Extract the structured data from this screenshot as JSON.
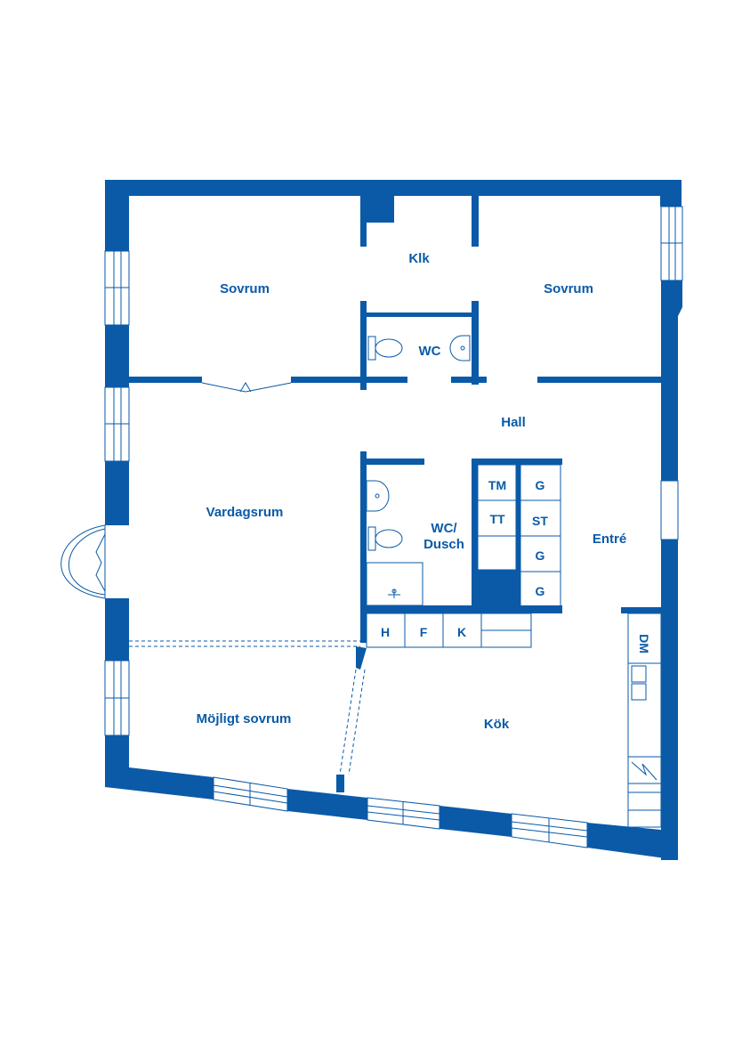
{
  "colors": {
    "wall": "#0a5aa8",
    "line": "#0a5aa8",
    "background": "#ffffff"
  },
  "rooms": {
    "sovrum_left": "Sovrum",
    "klk": "Klk",
    "sovrum_right": "Sovrum",
    "wc": "WC",
    "hall": "Hall",
    "vardagsrum": "Vardagsrum",
    "wc_dusch_line1": "WC/",
    "wc_dusch_line2": "Dusch",
    "entre": "Entré",
    "mojligt_sovrum": "Möjligt sovrum",
    "kok": "Kök"
  },
  "closets": {
    "tm": "TM",
    "tt": "TT",
    "g1": "G",
    "st": "ST",
    "g2": "G",
    "g3": "G"
  },
  "kitchen_units": {
    "h": "H",
    "f": "F",
    "k": "K",
    "dm": "DM"
  },
  "icons": [
    "toilet-icon",
    "sink-icon",
    "shower-drain-icon",
    "bay-window-icon",
    "stove-icon"
  ]
}
